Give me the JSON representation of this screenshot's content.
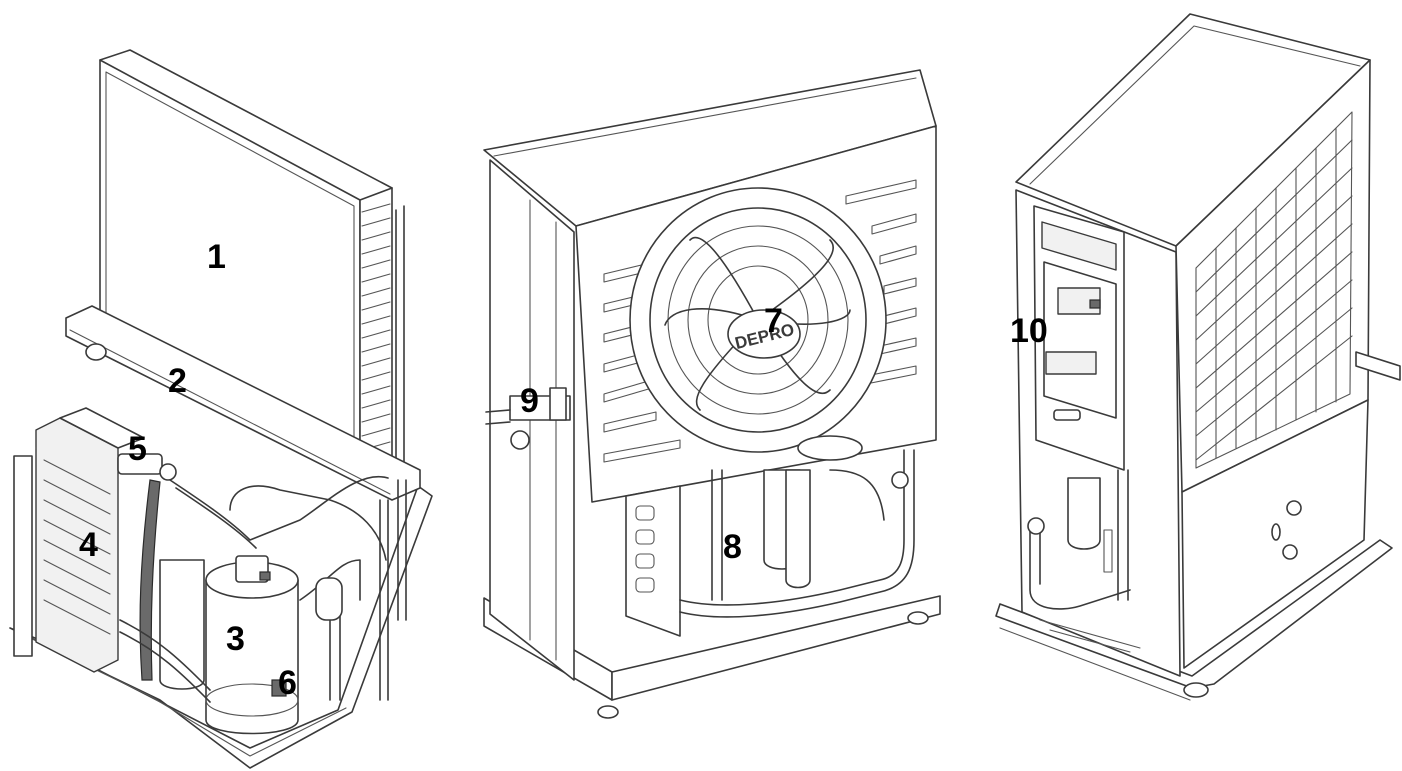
{
  "callouts": {
    "c1": "1",
    "c2": "2",
    "c3": "3",
    "c4": "4",
    "c5": "5",
    "c6": "6",
    "c7": "7",
    "c8": "8",
    "c9": "9",
    "c10": "10"
  },
  "fan_brand": "DEPRO"
}
